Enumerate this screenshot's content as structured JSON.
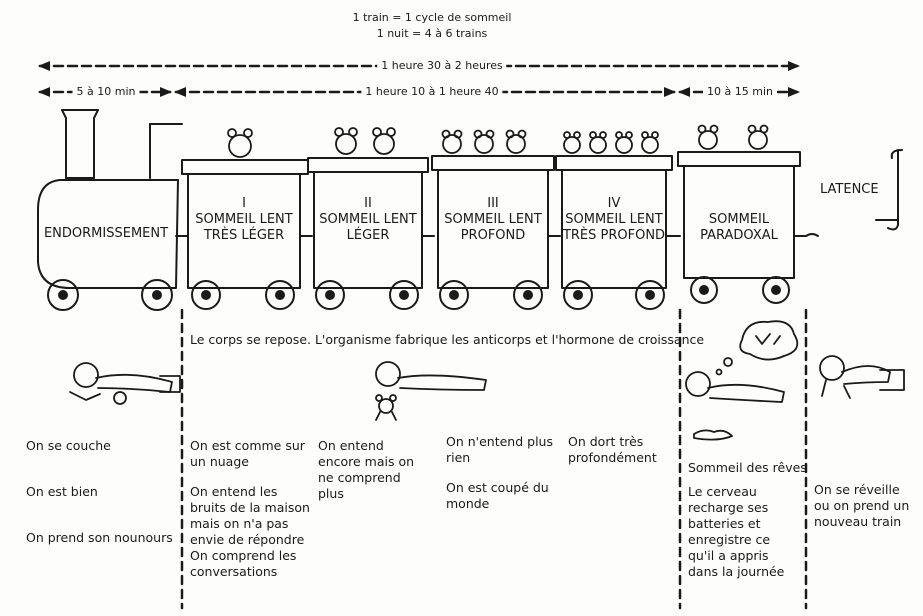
{
  "header": {
    "line1": "1 train = 1 cycle de sommeil",
    "line2": "1 nuit = 4 à 6 trains"
  },
  "durations": {
    "total": "1 heure 30 à 2 heures",
    "endormissement": "5 à 10 min",
    "slow_sleep": "1 heure 10 à 1 heure 40",
    "paradoxal": "10 à 15 min"
  },
  "train": {
    "locomotive": "ENDORMISSEMENT",
    "cars": [
      {
        "numeral": "I",
        "line1": "SOMMEIL LENT",
        "line2": "TRÈS LÉGER"
      },
      {
        "numeral": "II",
        "line1": "SOMMEIL LENT",
        "line2": "LÉGER"
      },
      {
        "numeral": "III",
        "line1": "SOMMEIL LENT",
        "line2": "PROFOND"
      },
      {
        "numeral": "IV",
        "line1": "SOMMEIL LENT",
        "line2": "TRÈS PROFOND"
      },
      {
        "numeral": "",
        "line1": "SOMMEIL",
        "line2": "PARADOXAL"
      }
    ],
    "latence": "LATENCE"
  },
  "body_note": "Le corps se repose. L'organisme fabrique les anticorps et l'hormone de croissance",
  "descriptions": {
    "endormissement": [
      "On se couche",
      "On est bien",
      "On prend son nounours"
    ],
    "stage1": [
      "On est comme sur un nuage",
      "On entend les bruits de la maison mais on n'a pas envie de répondre",
      "On comprend les conversations"
    ],
    "stage2": [
      "On entend encore mais on ne comprend plus"
    ],
    "stage3": [
      "On n'entend plus rien",
      "On est coupé du monde"
    ],
    "stage4": [
      "On dort très profondément"
    ],
    "paradoxal_title": "Sommeil des rêves",
    "paradoxal": [
      "Le cerveau recharge ses batteries et enregistre ce qu'il a appris dans la journée"
    ],
    "latence": [
      "On se réveille ou on prend un nouveau train"
    ]
  }
}
